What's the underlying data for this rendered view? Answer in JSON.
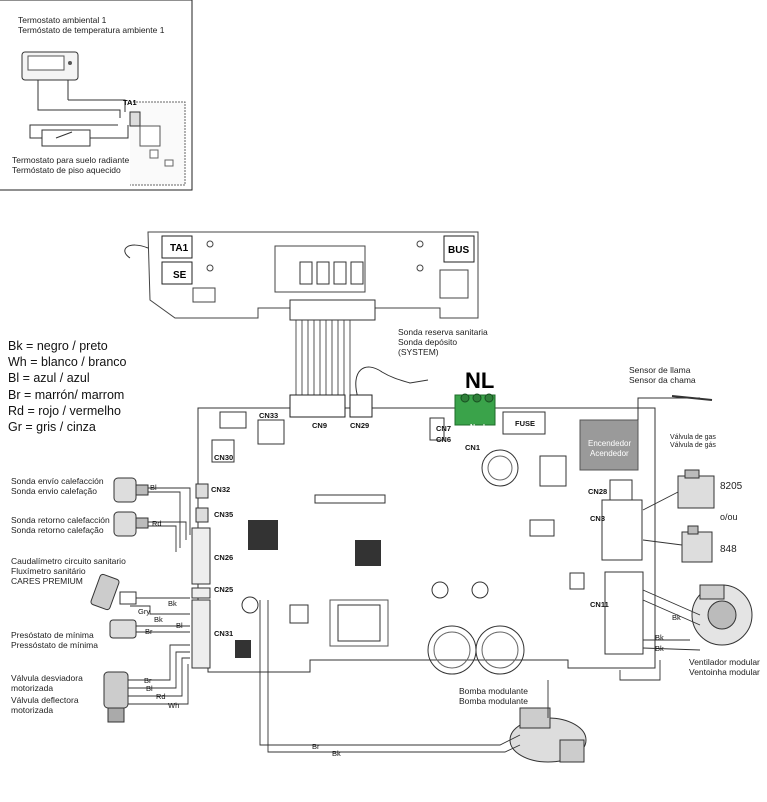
{
  "inset": {
    "room_thermostat": [
      "Termostato ambiental 1",
      "Termóstato de temperatura ambiente 1"
    ],
    "floor_thermostat": [
      "Termostato para suelo radiante",
      "Termóstato de piso aquecido"
    ],
    "ta1_small": "TA1"
  },
  "display_board": {
    "ta1": "TA1",
    "se": "SE",
    "bus": "BUS"
  },
  "connectors": {
    "cn9": "CN9",
    "cn29": "CN29",
    "cn33": "CN33",
    "cn30": "CN30",
    "cn32": "CN32",
    "cn35": "CN35",
    "cn26": "CN26",
    "cn25": "CN25",
    "cn31": "CN31",
    "cn7": "CN7",
    "cn6": "CN6",
    "cn1": "CN1",
    "cn28": "CN28",
    "cn3": "CN3",
    "cn11": "CN11",
    "fuse": "FUSE"
  },
  "nl": {
    "title": "NL",
    "n": "N",
    "l": "L"
  },
  "legend": [
    "Bk = negro / preto",
    "Wh = blanco / branco",
    "Bl = azul / azul",
    "Br = marrón/ marrom",
    "Rd = rojo / vermelho",
    "Gr = gris / cinza"
  ],
  "labels": {
    "tank_probe": [
      "Sonda reserva sanitaria",
      "Sonda depósito",
      "(SYSTEM)"
    ],
    "flame_sensor": [
      "Sensor de llama",
      "Sensor da chama"
    ],
    "igniter": [
      "Encendedor",
      "Acendedor"
    ],
    "gas_valve": [
      "Válvula de gas",
      "Válvula de gás"
    ],
    "valve_8205": "8205",
    "or": "o/ou",
    "valve_848": "848",
    "flow_probe": [
      "Sonda envío calefacción",
      "Sonda envio calefação"
    ],
    "return_probe": [
      "Sonda retorno calefacción",
      "Sonda retorno calefação"
    ],
    "flowmeter": [
      "Caudalímetro circuito sanitario",
      "Fluxímetro sanitário",
      "CARES PREMIUM"
    ],
    "pressure_switch": [
      "Presóstato de mínima",
      "Pressóstato de mínima"
    ],
    "diverter": [
      "Válvula desviadora",
      "motorizada",
      "Válvula deflectora",
      "motorizada"
    ],
    "pump": [
      "Bomba modulante",
      "Bomba modulante"
    ],
    "fan": [
      "Ventilador modular",
      "Ventoinha modular"
    ]
  },
  "wire_tags": {
    "bl": "Bl",
    "rd": "Rd",
    "bk": "Bk",
    "gry": "Gry",
    "br": "Br",
    "wh": "Wh"
  }
}
